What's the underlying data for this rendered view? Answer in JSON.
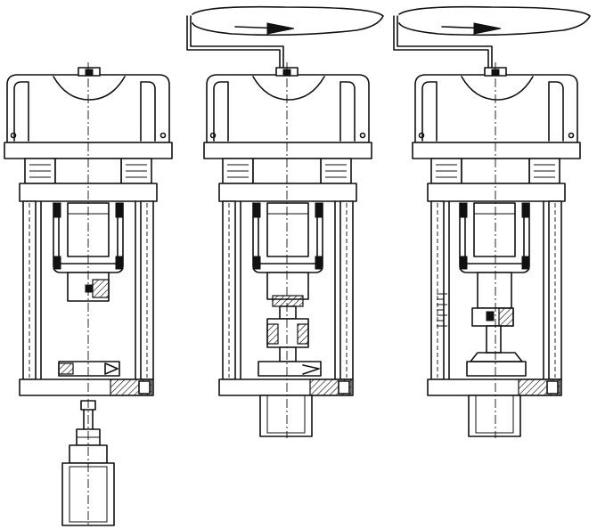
{
  "figure": {
    "title": "",
    "views": [
      {
        "id": "left",
        "label": "",
        "state": "separated"
      },
      {
        "id": "middle",
        "label": "",
        "state": "coupled-manual-rotation"
      },
      {
        "id": "right",
        "label": "",
        "state": "coupled-manual-rotation"
      }
    ],
    "colors": {
      "line": "#111111",
      "background": "#ffffff"
    },
    "icons": [
      "handwheel-icon",
      "rotation-arrow-icon",
      "hatch-pattern"
    ]
  }
}
